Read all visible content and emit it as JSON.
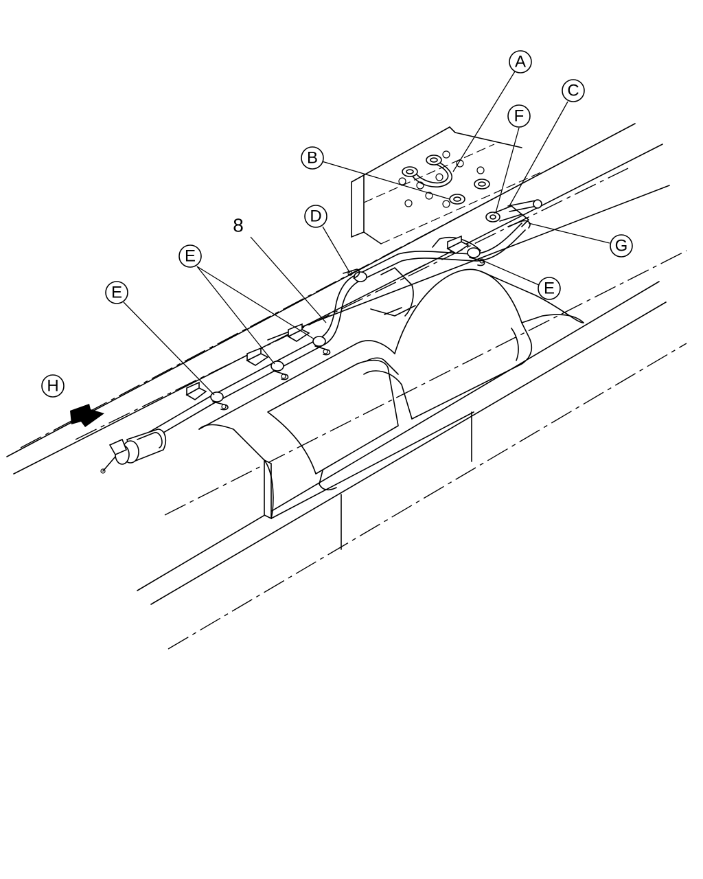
{
  "callouts": {
    "a": "A",
    "b": "B",
    "c": "C",
    "d": "D",
    "e": "E",
    "f": "F",
    "g": "G",
    "h": "H"
  },
  "part_number": "8",
  "icons": {
    "direction_arrow": "front-direction-arrow-icon"
  }
}
